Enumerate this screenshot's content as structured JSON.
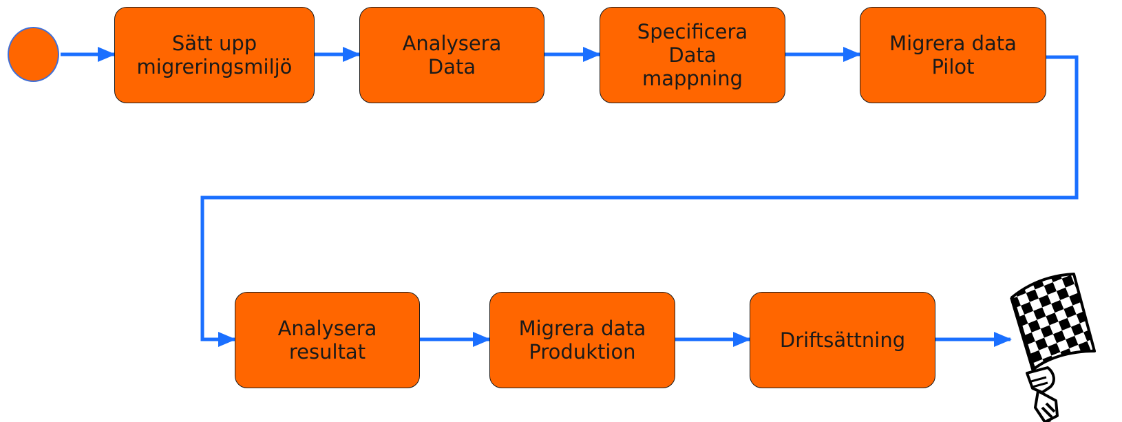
{
  "steps": [
    {
      "label": "Sätt upp\nmigreringsmiljö"
    },
    {
      "label": "Analysera\nData"
    },
    {
      "label": "Specificera\nData\nmappning"
    },
    {
      "label": "Migrera data\nPilot"
    },
    {
      "label": "Analysera\nresultat"
    },
    {
      "label": "Migrera data\nProduktion"
    },
    {
      "label": "Driftsättning"
    }
  ],
  "colors": {
    "step_fill": "#ff6600",
    "step_border": "#1a1a1a",
    "connector": "#1a6fff",
    "start_border": "#3f6fd8"
  },
  "icons": {
    "start": "start-circle",
    "end": "checkered-finish-flag-icon"
  }
}
